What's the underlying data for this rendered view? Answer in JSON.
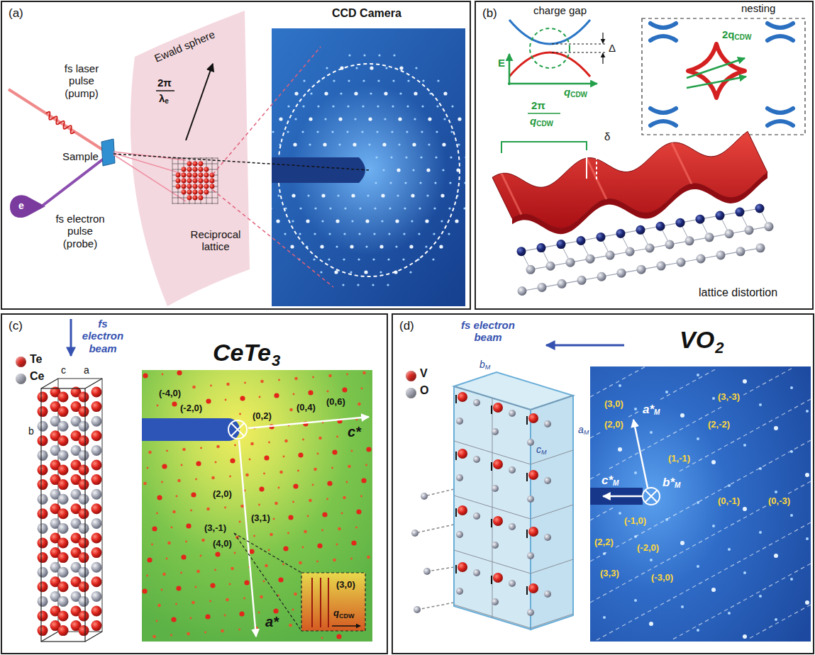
{
  "diagram": {
    "nodes": [
      {
        "text": [
          "(a)"
        ]
      },
      {
        "text": [
          "(b)"
        ]
      },
      {
        "text": [
          "(c)"
        ]
      },
      {
        "text": [
          "(d)"
        ]
      }
    ],
    "labels": [
      "fs laser pulse (pump)",
      "fs electron pulse (probe)",
      "e",
      "Sample",
      "Ewald sphere",
      "2π",
      "λ",
      "e",
      "Reciprocal lattice",
      "CCD Camera",
      "charge gap",
      "nesting",
      "E",
      "q",
      "CDW",
      "Δ",
      "2q",
      "CDW",
      "2π",
      "q",
      "CDW",
      "δ",
      "lattice distortion",
      "fs electron beam",
      "CeTe",
      "3",
      "c",
      "a",
      "b",
      "(-4,0)",
      "(-2,0)",
      "(0,2)",
      "(0,4)",
      "(0,6)",
      "c*",
      "(2,0)",
      "(3,-1)",
      "(4,0)",
      "(3,1)",
      "a*",
      "(3,0)",
      "q",
      "CDW",
      "fs electron beam",
      "VO",
      "2",
      "b",
      "M",
      "a",
      "M",
      "c",
      "M",
      "(3,0)",
      "(3,-3)",
      "(2,0)",
      "(2,-2)",
      "(1,-1)",
      "(0,-1)",
      "(0,-3)",
      "(-1,0)",
      "(2,2)",
      "(-2,0)",
      "(3,3)",
      "(-3,0)",
      "a*",
      "M",
      "c*",
      "M",
      "b*",
      "M"
    ],
    "legend": [
      {
        "text": "Te",
        "color": "#e0261f"
      },
      {
        "text": "Ce",
        "color": "#a8abb8"
      },
      {
        "text": "V",
        "color": "#e0261f"
      },
      {
        "text": "O",
        "color": "#a8abb8"
      }
    ]
  }
}
